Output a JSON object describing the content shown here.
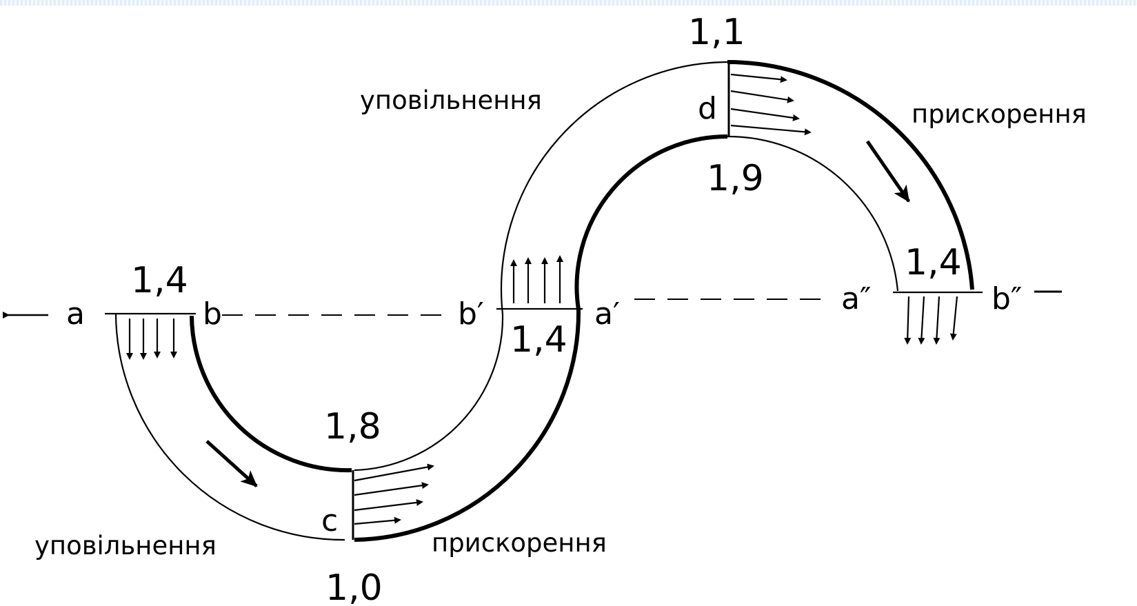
{
  "labels": {
    "slow_top": "уповільнення",
    "accel_top": "прискорення",
    "slow_bottom": "уповільнення",
    "accel_bottom": "прискорення"
  },
  "values": {
    "top_outer": "1,1",
    "top_inner": "1,9",
    "left_inlet": "1,4",
    "mid_section": "1,4",
    "right_outlet": "1,4",
    "bottom_inner": "1,8",
    "bottom_outer": "1,0"
  },
  "points": {
    "a": "a",
    "b": "b",
    "b_prime": "b′",
    "a_prime": "a′",
    "a_dprime": "a″",
    "b_dprime": "b″",
    "c": "c",
    "d": "d"
  },
  "colors": {
    "ink": "#000000",
    "border": "#dfeef6"
  }
}
